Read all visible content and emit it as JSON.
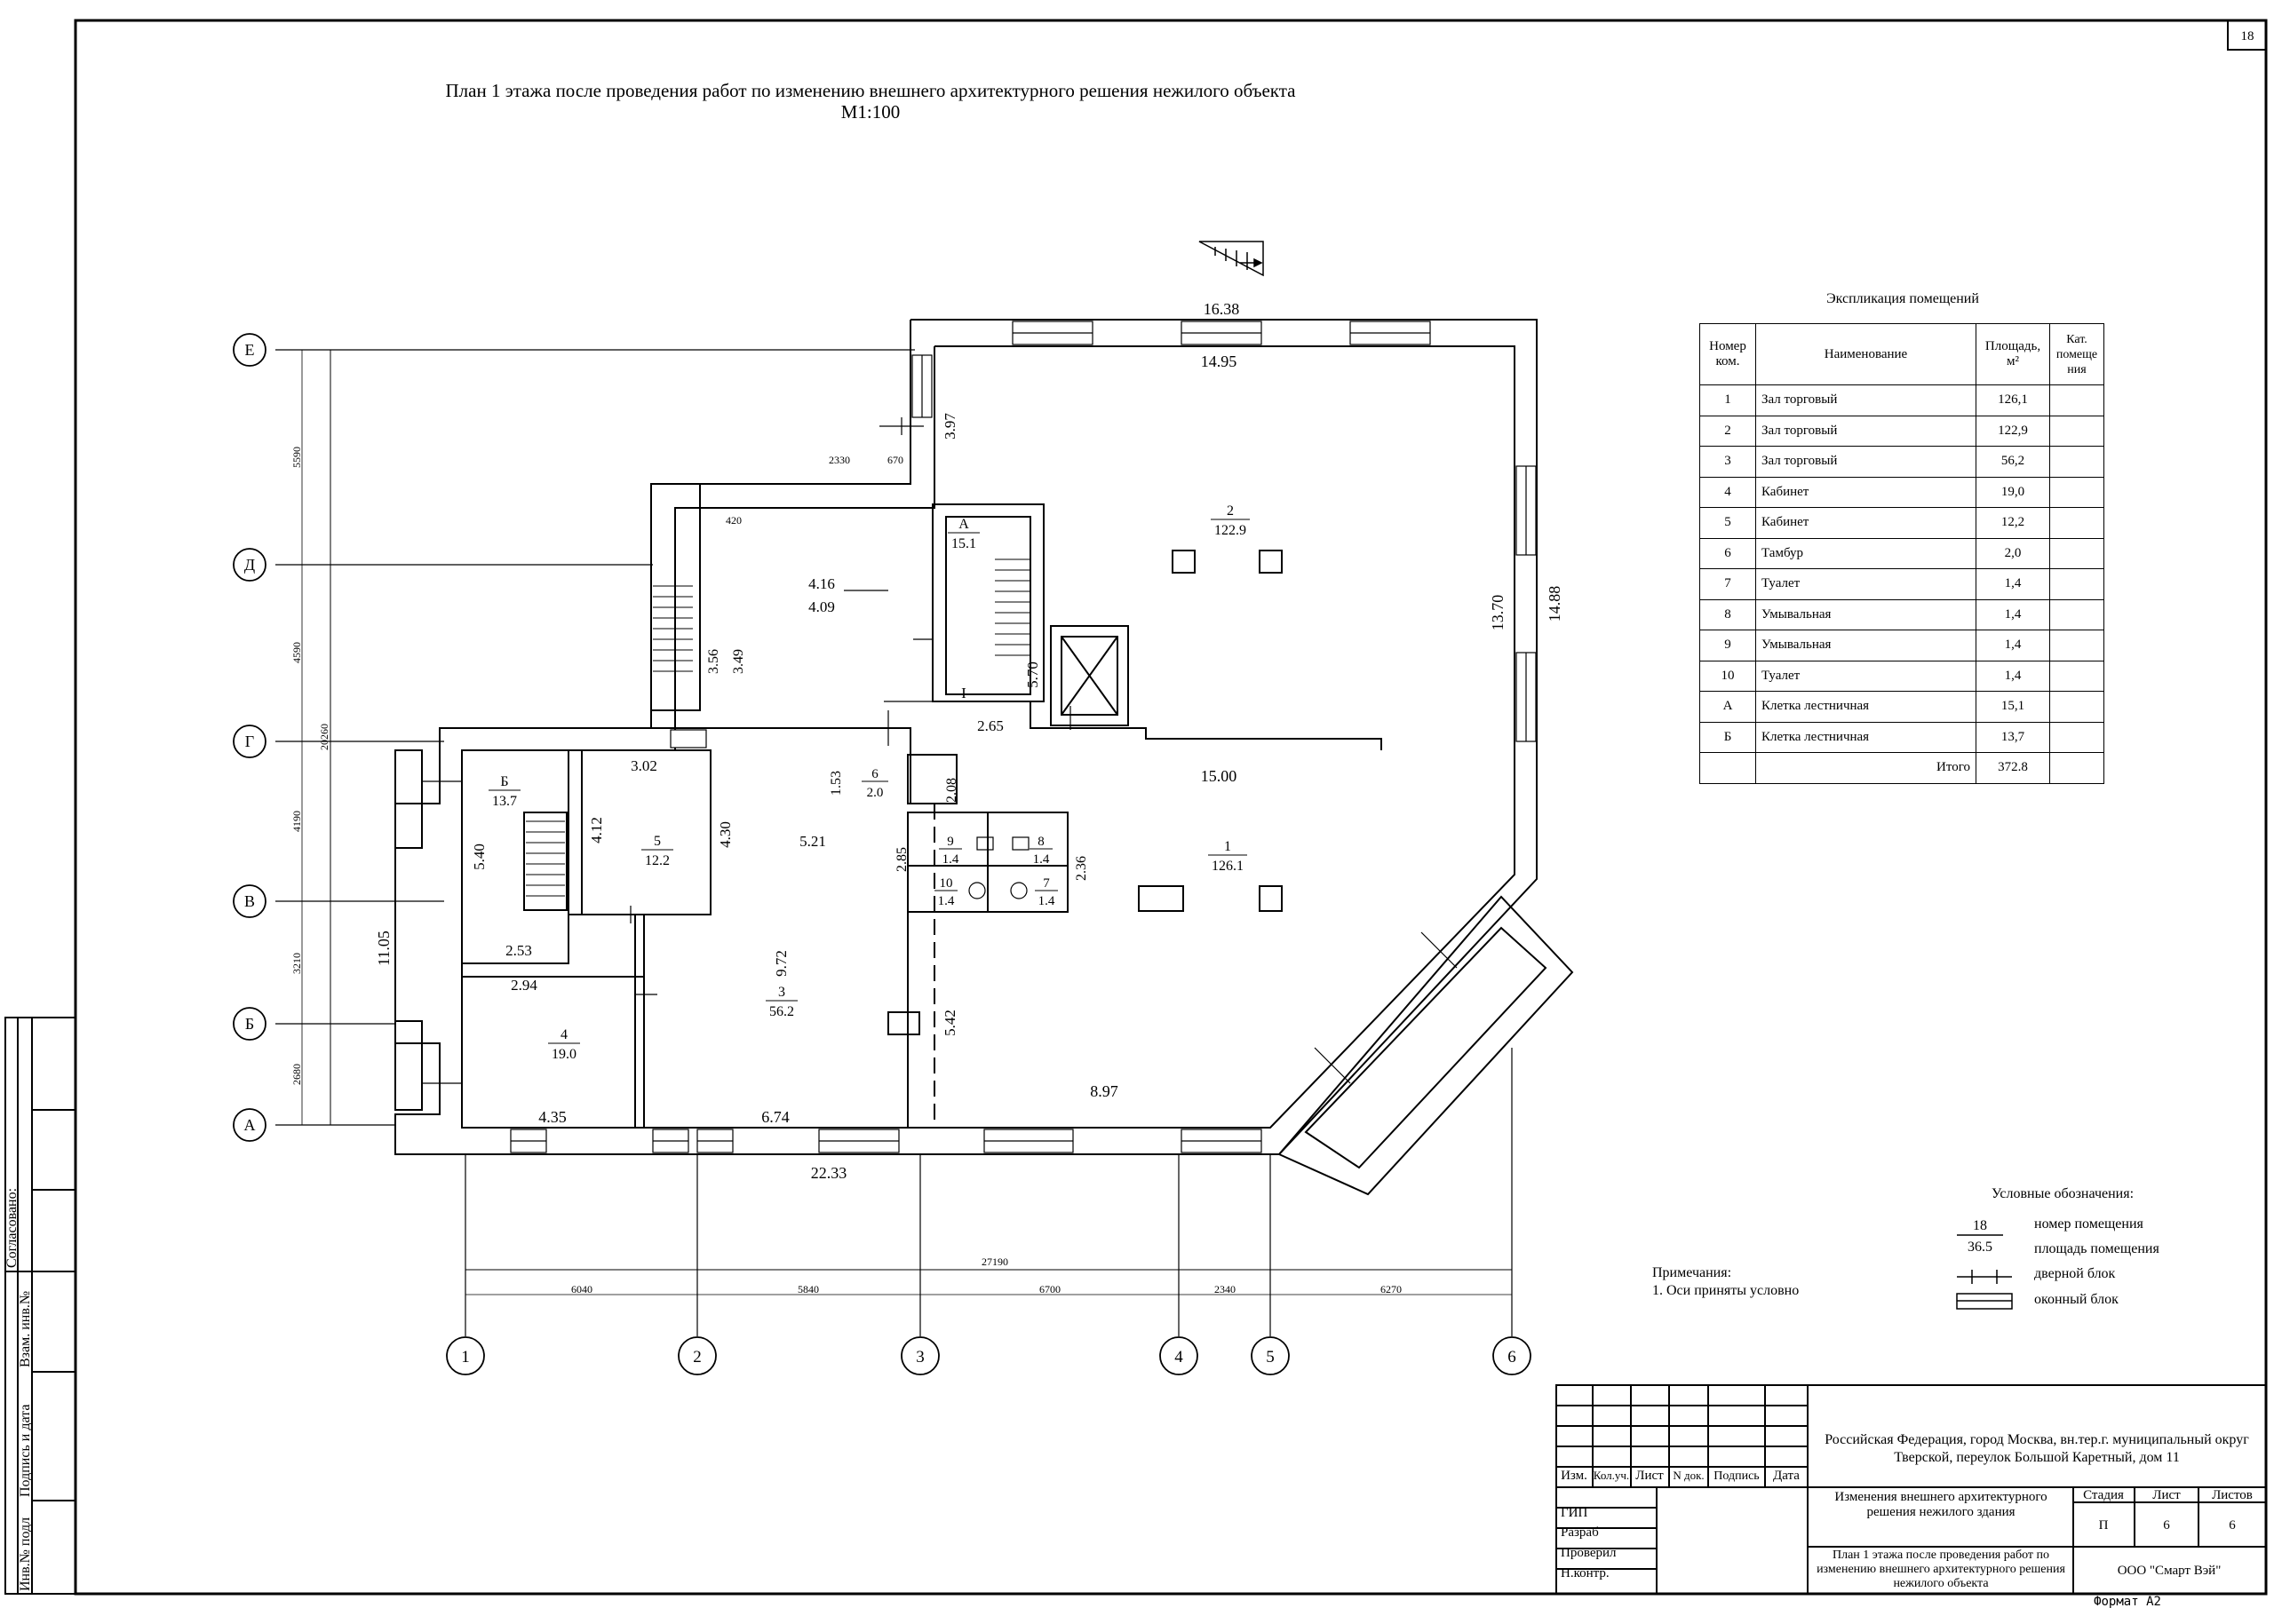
{
  "sheet": {
    "page_number": "18",
    "title_line1": "План 1 этажа после проведения работ по изменению внешнего архитектурного решения нежилого объекта",
    "title_line2": "М1:100",
    "format": "Формат А2"
  },
  "axes": {
    "rows": [
      "Е",
      "Д",
      "Г",
      "В",
      "Б",
      "А"
    ],
    "row_spacings": [
      "5590",
      "4590",
      "4190",
      "3210",
      "2680"
    ],
    "row_total": "20260",
    "columns": [
      "1",
      "2",
      "3",
      "4",
      "5",
      "6"
    ],
    "column_spacings": [
      "6040",
      "5840",
      "6700",
      "2340",
      "6270"
    ],
    "column_total": "27190"
  },
  "plan": {
    "overall_dims": {
      "top": "16.38",
      "bottom": "22.33",
      "right_outer": "14.88",
      "left_outer": "11.05"
    },
    "dims": [
      "14.95",
      "3.97",
      "13.70",
      "15.00",
      "8.97",
      "6.74",
      "4.35",
      "2.94",
      "2.53",
      "5.40",
      "4.12",
      "3.02",
      "4.30",
      "5.21",
      "9.72",
      "1.53",
      "2.08",
      "2.85",
      "5.42",
      "2.36",
      "2.65",
      "5.70",
      "4.16",
      "4.09",
      "3.56",
      "3.49",
      "2330",
      "670",
      "420"
    ],
    "room_labels": [
      {
        "num": "2",
        "area": "122.9"
      },
      {
        "num": "1",
        "area": "126.1"
      },
      {
        "num": "3",
        "area": "56.2"
      },
      {
        "num": "4",
        "area": "19.0"
      },
      {
        "num": "5",
        "area": "12.2"
      },
      {
        "num": "Б",
        "area": "13.7"
      },
      {
        "num": "А",
        "area": "15.1"
      },
      {
        "num": "6",
        "area": "2.0"
      },
      {
        "num": "9",
        "area": "1.4"
      },
      {
        "num": "8",
        "area": "1.4"
      },
      {
        "num": "10",
        "area": "1.4"
      },
      {
        "num": "7",
        "area": "1.4"
      }
    ],
    "roman_mark": "I"
  },
  "explication": {
    "title": "Экспликация помещений",
    "headers": [
      "Номер ком.",
      "Наименование",
      "Площадь, м²",
      "Кат. помеще ния"
    ],
    "rows": [
      [
        "1",
        "Зал торговый",
        "126,1",
        ""
      ],
      [
        "2",
        "Зал торговый",
        "122,9",
        ""
      ],
      [
        "3",
        "Зал торговый",
        "56,2",
        ""
      ],
      [
        "4",
        "Кабинет",
        "19,0",
        ""
      ],
      [
        "5",
        "Кабинет",
        "12,2",
        ""
      ],
      [
        "6",
        "Тамбур",
        "2,0",
        ""
      ],
      [
        "7",
        "Туалет",
        "1,4",
        ""
      ],
      [
        "8",
        "Умывальная",
        "1,4",
        ""
      ],
      [
        "9",
        "Умывальная",
        "1,4",
        ""
      ],
      [
        "10",
        "Туалет",
        "1,4",
        ""
      ],
      [
        "А",
        "Клетка лестничная",
        "15,1",
        ""
      ],
      [
        "Б",
        "Клетка лестничная",
        "13,7",
        ""
      ]
    ],
    "total_label": "Итого",
    "total_value": "372.8"
  },
  "legend": {
    "title": "Условные обозначения:",
    "sample_num": "18",
    "sample_area": "36.5",
    "items": [
      "номер помещения",
      "площадь помещения",
      "дверной блок",
      "оконный блок"
    ]
  },
  "notes": {
    "title": "Примечания:",
    "item": "1.    Оси приняты условно"
  },
  "stamp": {
    "address": "Российская Федерация, город Москва, вн.тер.г. муниципальный округ Тверской, переулок Большой Каретный, дом 11",
    "project": "Изменения внешнего архитектурного решения нежилого здания",
    "sheet_title": "План 1 этажа после проведения работ по изменению внешнего архитектурного решения нежилого объекта",
    "company": "ООО \"Смарт Вэй\"",
    "col_headers": [
      "Изм.",
      "Кол.уч.",
      "Лист",
      "N док.",
      "Подпись",
      "Дата"
    ],
    "stage_headers": [
      "Стадия",
      "Лист",
      "Листов"
    ],
    "stage_values": [
      "П",
      "6",
      "6"
    ],
    "roles": [
      "ГИП",
      "Разраб",
      "Проверил",
      "Н.контр."
    ]
  },
  "side_stamp": {
    "agreed": "Согласовано:",
    "fields": [
      "Взам. инв.№",
      "Подпись и дата",
      "Инв.№ подл"
    ]
  }
}
